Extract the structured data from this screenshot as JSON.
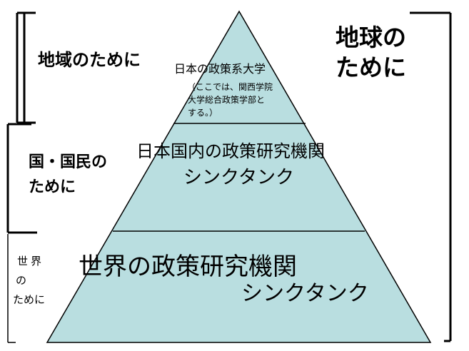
{
  "colors": {
    "pyramid_fill": "#b9dee0",
    "line": "#000000",
    "background": "#ffffff"
  },
  "left_labels": {
    "regional": "地域のために",
    "national_line1": "国・国民の",
    "national_line2": "ために",
    "world_line1": "世界",
    "world_line2": "の",
    "world_line3": "ために"
  },
  "right_label": {
    "line1": "地球の",
    "line2": "ために"
  },
  "pyramid": {
    "top": {
      "title": "日本の政策系大学",
      "note_line1": "（ここでは、関西学院",
      "note_line2": "大学総合政策学部と",
      "note_line3": "する。）"
    },
    "middle": {
      "title": "日本国内の政策研究機関",
      "subtitle": "シンクタンク"
    },
    "bottom": {
      "title": "世界の政策研究機関",
      "subtitle": "シンクタンク"
    }
  }
}
